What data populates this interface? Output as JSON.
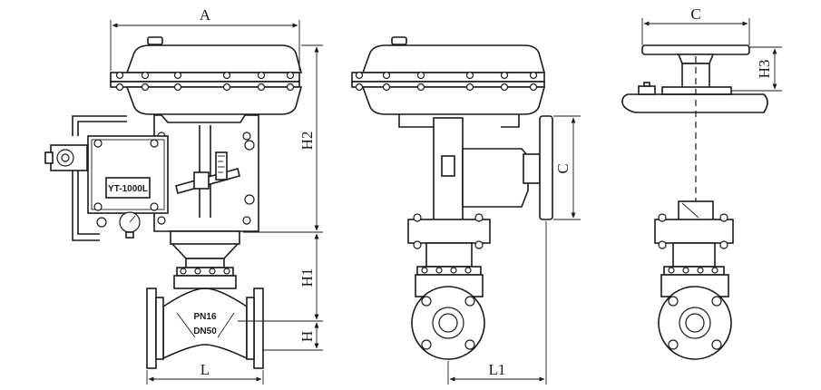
{
  "dimensions": {
    "A": "A",
    "H2": "H2",
    "H1": "H1",
    "H": "H",
    "L": "L",
    "C_side": "C",
    "L1": "L1",
    "C_top": "C",
    "H3": "H3"
  },
  "labels": {
    "positioner_model": "YT-1000L",
    "pressure_nominal": "PN16",
    "diameter_nominal": "DN50"
  }
}
